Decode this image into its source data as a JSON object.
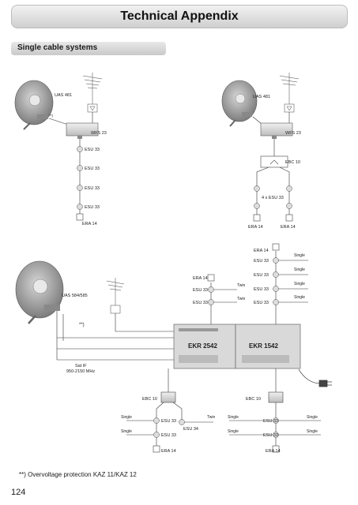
{
  "page": {
    "title": "Technical Appendix",
    "number": "124"
  },
  "section": {
    "title": "Single cable systems"
  },
  "diagram1": {
    "dish": "UAS 481",
    "marker": "**)",
    "multiswitch": "WFS 23",
    "taps": [
      "ESU 33",
      "ESU 33",
      "ESU 33",
      "ESU 33"
    ],
    "terminator": "ERA 14"
  },
  "diagram2": {
    "dish": "UAS 481",
    "multiswitch": "WFS 23",
    "splitter": "EBC 10",
    "taps_label": "4 x ESU 33",
    "terminators": [
      "ERA 14",
      "ERA 14"
    ]
  },
  "diagram3": {
    "dish": "UAS 584/585",
    "marker": "**)",
    "sat_if": [
      "Sat IF",
      "950-2150 MHz"
    ],
    "device_left": "EKR 2542",
    "device_right": "EKR 1542",
    "mid_column": {
      "terminator": "ERA 14",
      "taps": [
        "ESU 33",
        "ESU 33"
      ],
      "outlets": [
        "Twin",
        "Twin"
      ]
    },
    "right_column": {
      "terminator": "ERA 14",
      "taps": [
        "ESU 33",
        "ESU 33",
        "ESU 33",
        "ESU 33"
      ],
      "outlets": [
        "Single",
        "Single",
        "Single",
        "Single"
      ]
    },
    "bottom_left": {
      "splitter": "EBC 10",
      "taps": [
        "ESU 33",
        "ESU 33"
      ],
      "tap_mid": "ESU 34",
      "outlets": [
        "Single",
        "Single",
        "Twin"
      ],
      "terminator": "ERA 14"
    },
    "bottom_right": {
      "splitter": "EBC 10",
      "taps": [
        "ESU 33",
        "ESU 33"
      ],
      "outlets": [
        "Single",
        "Single",
        "Single",
        "Single"
      ],
      "terminator": "ERA 14"
    }
  },
  "footnote": "Overvoltage protection KAZ 11/KAZ 12",
  "footnote_marker": "**)"
}
